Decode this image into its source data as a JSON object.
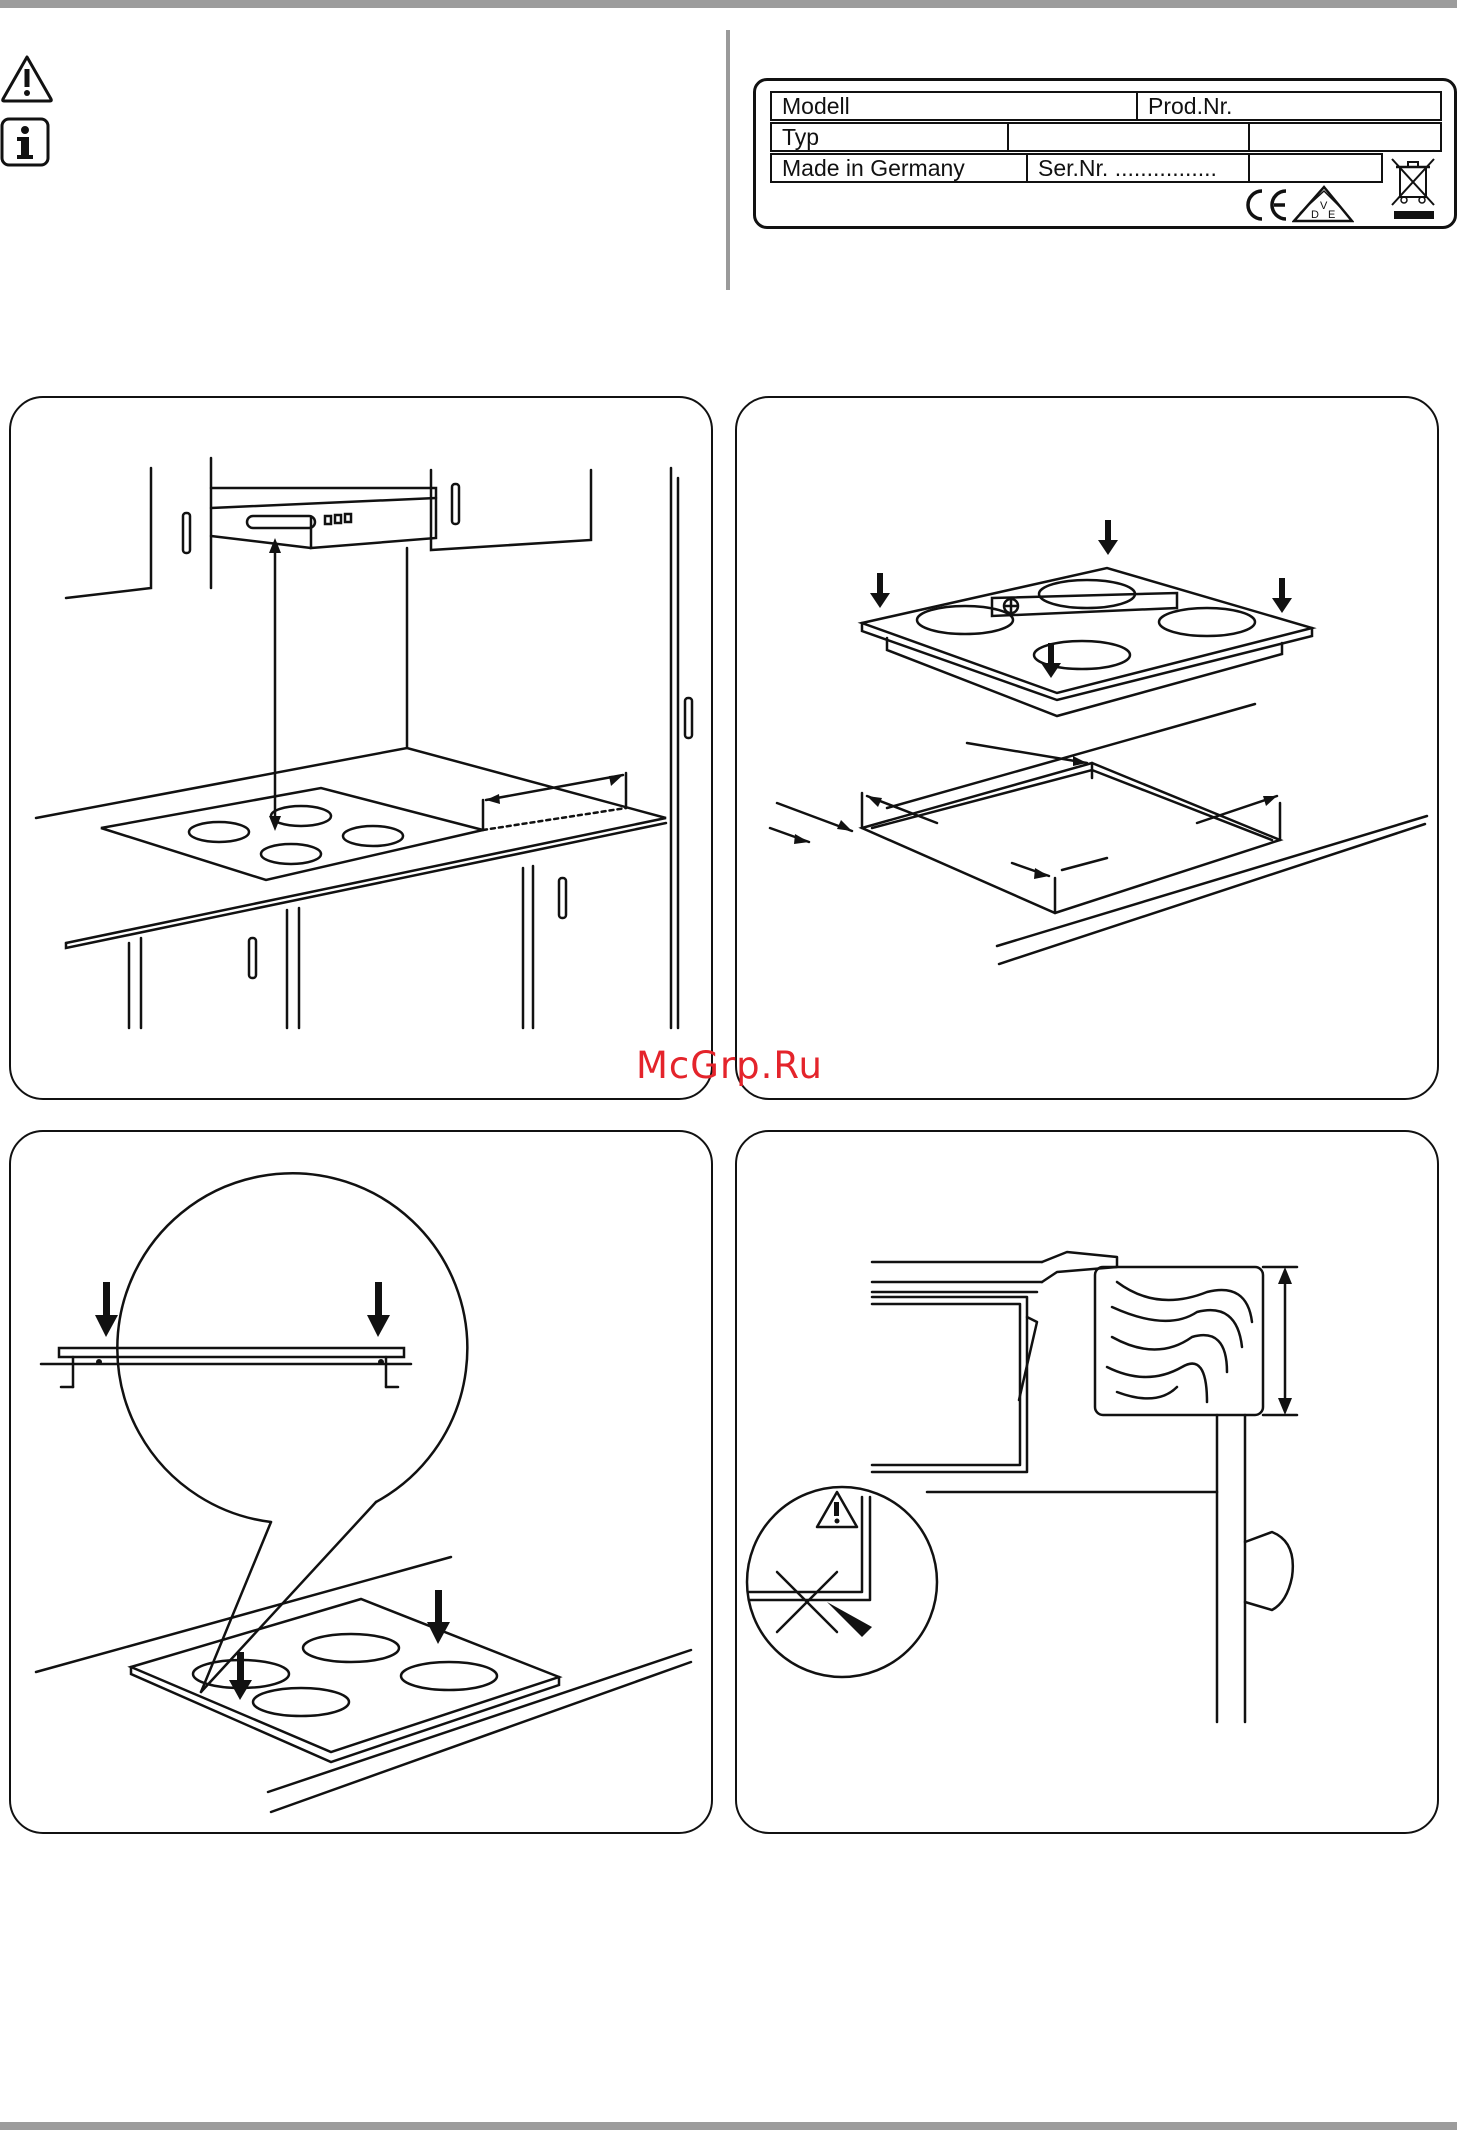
{
  "rating_plate": {
    "row1": {
      "modell": "Modell",
      "prod_nr": "Prod.Nr."
    },
    "row2": {
      "typ": "Typ"
    },
    "row3": {
      "made_in": "Made in Germany",
      "ser_nr": "Ser.Nr. ................"
    },
    "marks": {
      "ce": "CE",
      "vde": "VDE"
    }
  },
  "icons": {
    "warning": "warning-icon",
    "info": "info-icon"
  },
  "watermark": "McGrp.Ru",
  "colors": {
    "rule": "#9c9c9c",
    "ink": "#111111",
    "watermark": "#e4242b"
  }
}
